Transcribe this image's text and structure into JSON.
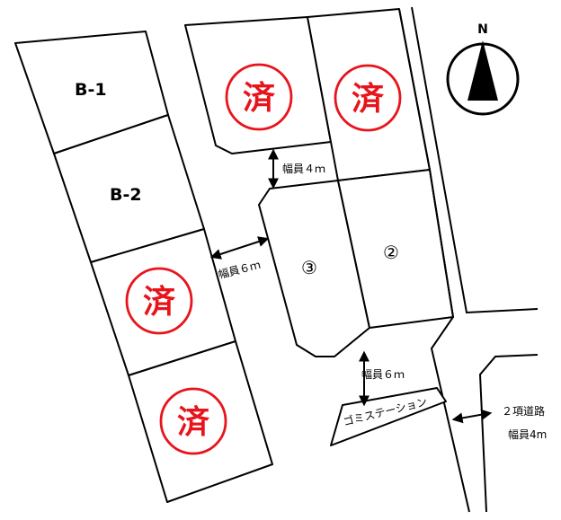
{
  "lots": {
    "b1": {
      "label": "B-1"
    },
    "b2": {
      "label": "B-2"
    },
    "lot2": {
      "label": "②"
    },
    "lot3": {
      "label": "③"
    }
  },
  "sold_stamp": {
    "text": "済",
    "color": "#e8141c"
  },
  "compass": {
    "north_label": "N"
  },
  "roads": {
    "width_4m": "幅員４ｍ",
    "width_6m_west": "幅員６ｍ",
    "width_6m_south": "幅員６ｍ",
    "garbage_station": "ゴミステーション",
    "public_road": {
      "name": "２項道路",
      "width": "幅員4m"
    }
  }
}
